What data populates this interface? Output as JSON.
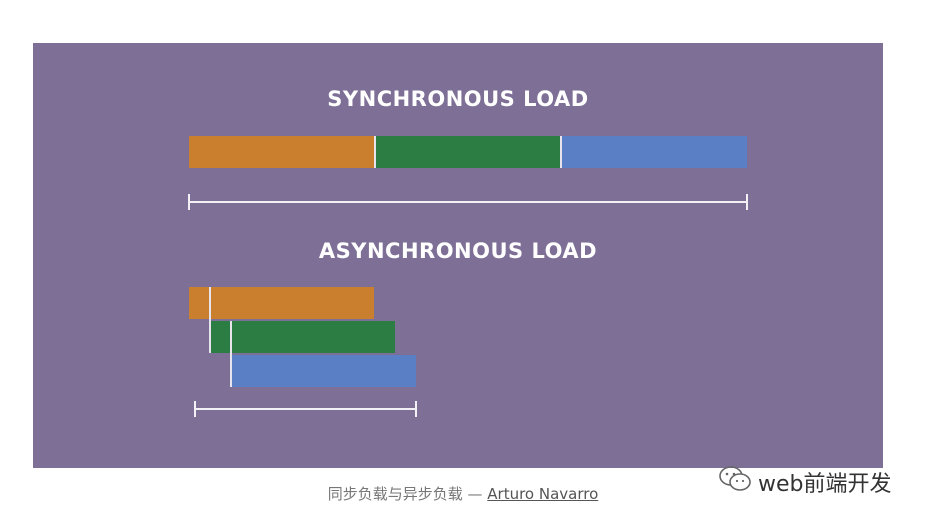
{
  "diagram": {
    "sync_title": "SYNCHRONOUS LOAD",
    "async_title": "ASYNCHRONOUS LOAD"
  },
  "colors": {
    "panel": "#7d6f96",
    "orange": "#c97f2d",
    "green": "#2c7d43",
    "blue": "#5a7fc4",
    "line": "#f3f0f6"
  },
  "caption": {
    "text": "同步负载与异步负载 — ",
    "author": "Arturo Navarro"
  },
  "watermark": {
    "text": "web前端开发",
    "icon": "wechat-icon"
  }
}
